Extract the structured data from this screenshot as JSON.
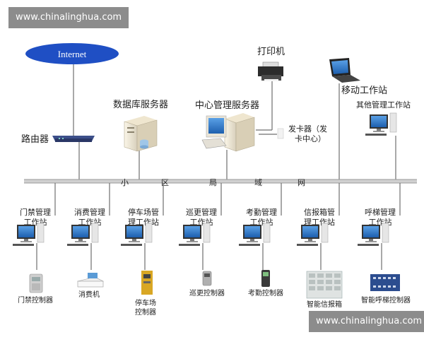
{
  "watermarks": {
    "top": "www.chinalinghua.com",
    "bottom": "www.chinalinghua.com"
  },
  "internet": "Internet",
  "router": "路由器",
  "db_server": "数据库服务器",
  "center_server": "中心管理服务器",
  "printer": "打印机",
  "mobile_station": "移动工作站",
  "other_station": "其他管理工作站",
  "card_issuer": [
    "发卡器（发",
    "卡中心）"
  ],
  "lan_chars": [
    "小",
    "区",
    "局",
    "域",
    "网"
  ],
  "stations": [
    {
      "name": [
        "门禁管理",
        "工作站"
      ],
      "device": [
        "门禁控制器"
      ]
    },
    {
      "name": [
        "消费管理",
        "工作站"
      ],
      "device": [
        "消费机"
      ]
    },
    {
      "name": [
        "停车场管",
        "理工作站"
      ],
      "device": [
        "停车场",
        "控制器"
      ]
    },
    {
      "name": [
        "巡更管理",
        "工作站"
      ],
      "device": [
        "巡更控制器"
      ]
    },
    {
      "name": [
        "考勤管理",
        "工作站"
      ],
      "device": [
        "考勤控制器"
      ]
    },
    {
      "name": [
        "信报箱管",
        "理工作站"
      ],
      "device": [
        "智能信报箱"
      ]
    },
    {
      "name": [
        "呼梯管理",
        "工作站"
      ],
      "device": [
        "智能呼梯控制器"
      ]
    }
  ],
  "colors": {
    "bus": "#9a9a9a",
    "line": "#6f6f6f",
    "cloud": "#1f4fc4",
    "screen": "#1d5fae"
  }
}
